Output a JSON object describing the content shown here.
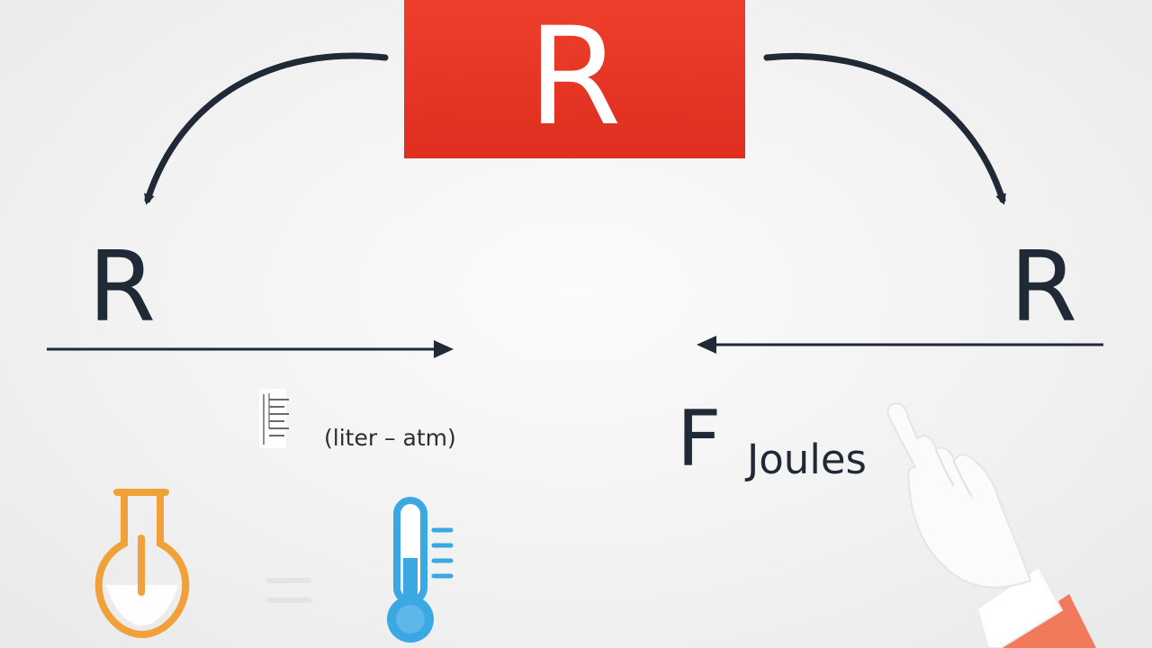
{
  "red_box": {
    "letter": "R",
    "color": "#e53424"
  },
  "left_node": {
    "letter": "R"
  },
  "right_node": {
    "letter": "R"
  },
  "units": {
    "left": "(liter – atm)",
    "right_letter": "F",
    "right_unit": "Joules"
  },
  "icons": {
    "flask": "flask-icon",
    "equals": "equals-icon",
    "thermometer": "thermometer-icon",
    "hand": "pointing-hand-icon",
    "document": "document-icon"
  },
  "colors": {
    "text": "#1f2a36",
    "flask": "#f1a13a",
    "thermometer": "#3aa8e3",
    "sleeve": "#f07a5a"
  }
}
